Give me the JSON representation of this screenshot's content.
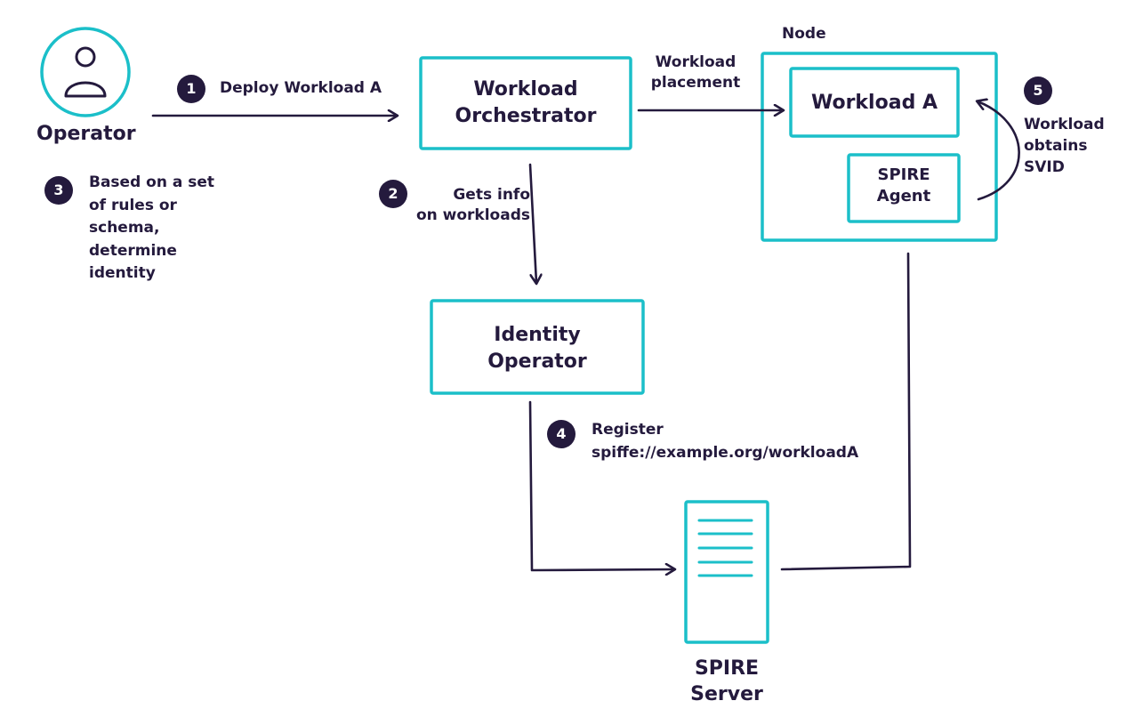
{
  "operator": {
    "label": "Operator"
  },
  "orchestrator": {
    "line1": "Workload",
    "line2": "Orchestrator"
  },
  "identity_operator": {
    "line1": "Identity",
    "line2": "Operator"
  },
  "node": {
    "label": "Node"
  },
  "workload_a": {
    "label": "Workload A"
  },
  "spire_agent": {
    "line1": "SPIRE",
    "line2": "Agent"
  },
  "spire_server": {
    "line1": "SPIRE",
    "line2": "Server"
  },
  "steps": [
    {
      "number": "1",
      "lines": [
        "Deploy Workload A"
      ]
    },
    {
      "number": "2",
      "lines": [
        "Gets info",
        "on workloads"
      ]
    },
    {
      "number": "3",
      "lines": [
        "Based on a set",
        "of rules or",
        "schema,",
        "determine",
        "identity"
      ]
    },
    {
      "number": "4",
      "lines": [
        "Register",
        "spiffe://example.org/workloadA"
      ]
    },
    {
      "number": "5",
      "lines": [
        "Workload",
        "obtains",
        "SVID"
      ]
    }
  ],
  "workload_placement": {
    "lines": [
      "Workload",
      "placement"
    ]
  },
  "colors": {
    "accent": "#1bbfc9",
    "ink": "#241a3d",
    "background": "#ffffff"
  },
  "icons": {
    "operator": "person-icon",
    "server": "server-icon"
  }
}
